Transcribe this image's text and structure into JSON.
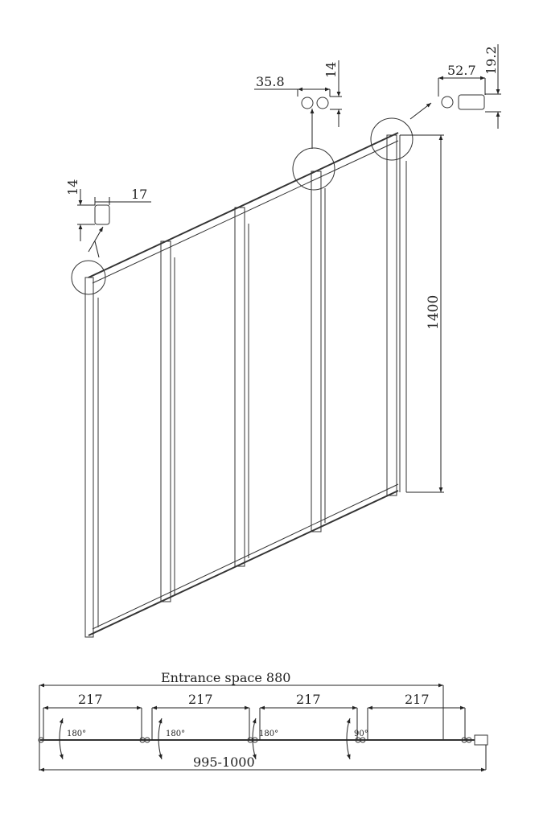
{
  "drawing": {
    "height_dim": "1400",
    "detail_left": {
      "height": "14",
      "width": "17"
    },
    "detail_middle": {
      "width": "35.8",
      "height": "14"
    },
    "detail_right": {
      "width": "52.7",
      "height": "19.2"
    }
  },
  "plan": {
    "entrance_label": "Entrance space 880",
    "panel_widths": [
      "217",
      "217",
      "217",
      "217"
    ],
    "angles": [
      "180°",
      "180°",
      "180°",
      "90°"
    ],
    "total_width": "995-1000"
  }
}
